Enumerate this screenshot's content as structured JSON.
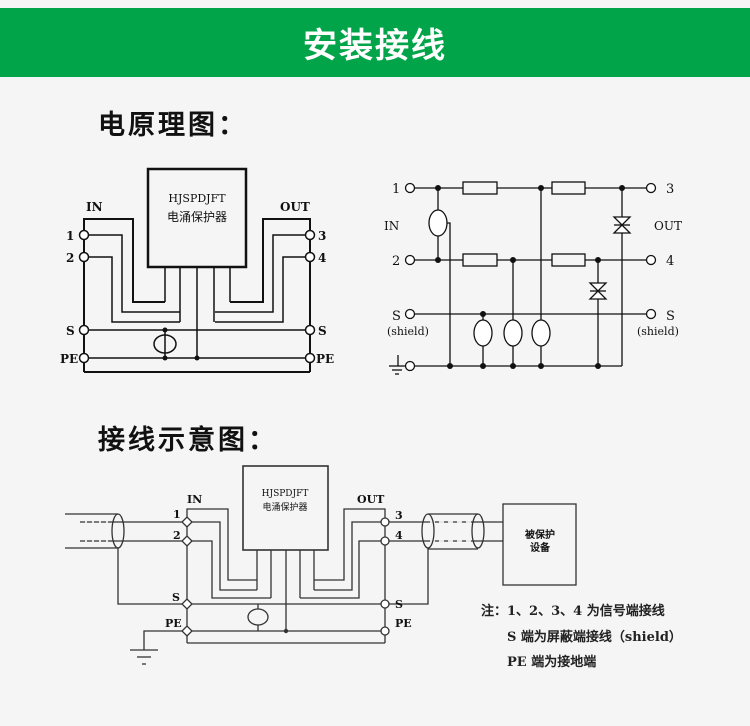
{
  "banner": {
    "title": "安装接线",
    "background_color": "#02a44a"
  },
  "sections": {
    "schematic_title": "电原理图：",
    "wiring_title": "接线示意图："
  },
  "schematic_block": {
    "module_name": "HJSPDJFT",
    "module_desc": "电涌保护器",
    "in_label": "IN",
    "out_label": "OUT",
    "left_terminals": [
      "1",
      "2",
      "S",
      "PE"
    ],
    "right_terminals": [
      "3",
      "4",
      "S",
      "PE"
    ]
  },
  "schematic_circuit": {
    "in_label": "IN",
    "out_label": "OUT",
    "left_terminals": [
      "1",
      "2",
      "S"
    ],
    "right_terminals": [
      "3",
      "4",
      "S"
    ],
    "shield_note": "(shield)"
  },
  "wiring": {
    "module_name": "HJSPDJFT",
    "module_desc": "电涌保护器",
    "in_label": "IN",
    "out_label": "OUT",
    "left_terminals": [
      "1",
      "2",
      "S",
      "PE"
    ],
    "right_terminals": [
      "3",
      "4",
      "S",
      "PE"
    ],
    "device_line1": "被保护",
    "device_line2": "设备",
    "notes": [
      "注：1、2、3、4 为信号端接线",
      "S 端为屏蔽端接线（shield）",
      "PE 端为接地端"
    ]
  }
}
